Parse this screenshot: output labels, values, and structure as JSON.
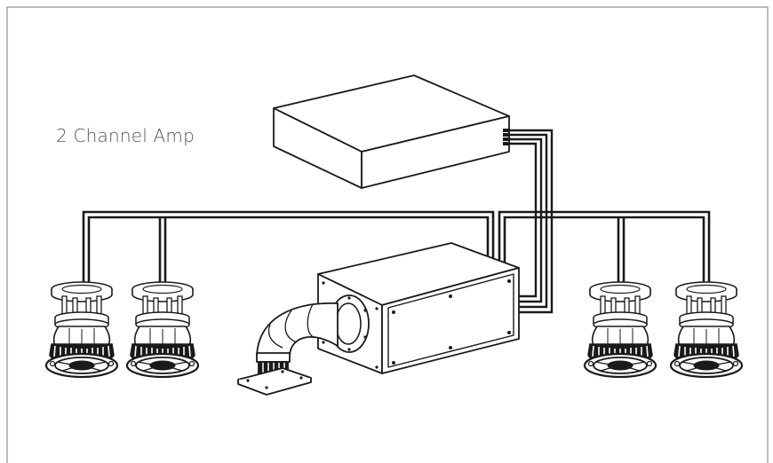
{
  "labels": {
    "amp": "2 Channel Amp"
  },
  "components": {
    "amplifier": "amplifier-box",
    "subwoofer": "subwoofer-cabinet",
    "speakers": [
      "pendant-speaker-1",
      "pendant-speaker-2",
      "pendant-speaker-3",
      "pendant-speaker-4"
    ]
  },
  "colors": {
    "line": "#1a1a1a",
    "border": "#777777",
    "text": "#555555",
    "background": "#ffffff"
  }
}
